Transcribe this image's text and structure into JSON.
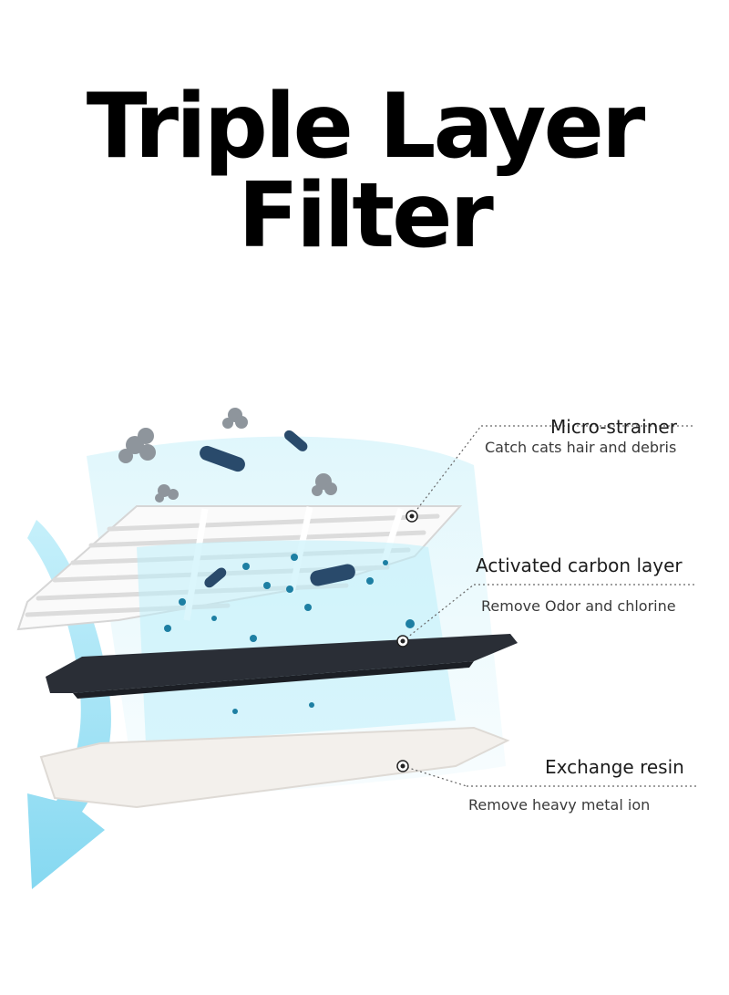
{
  "title": "Triple Layer Filter",
  "layers": [
    {
      "name": "Micro-strainer",
      "description": "Catch cats hair and debris"
    },
    {
      "name": "Activated carbon layer",
      "description": "Remove Odor and chlorine"
    },
    {
      "name": "Exchange resin",
      "description": "Remove heavy metal ion"
    }
  ],
  "colors": {
    "water_flow": "#8fdcf2",
    "carbon": "#2a2e36",
    "resin": "#f0ede8",
    "particles": "#1d7fa3",
    "leader": "#555555"
  }
}
